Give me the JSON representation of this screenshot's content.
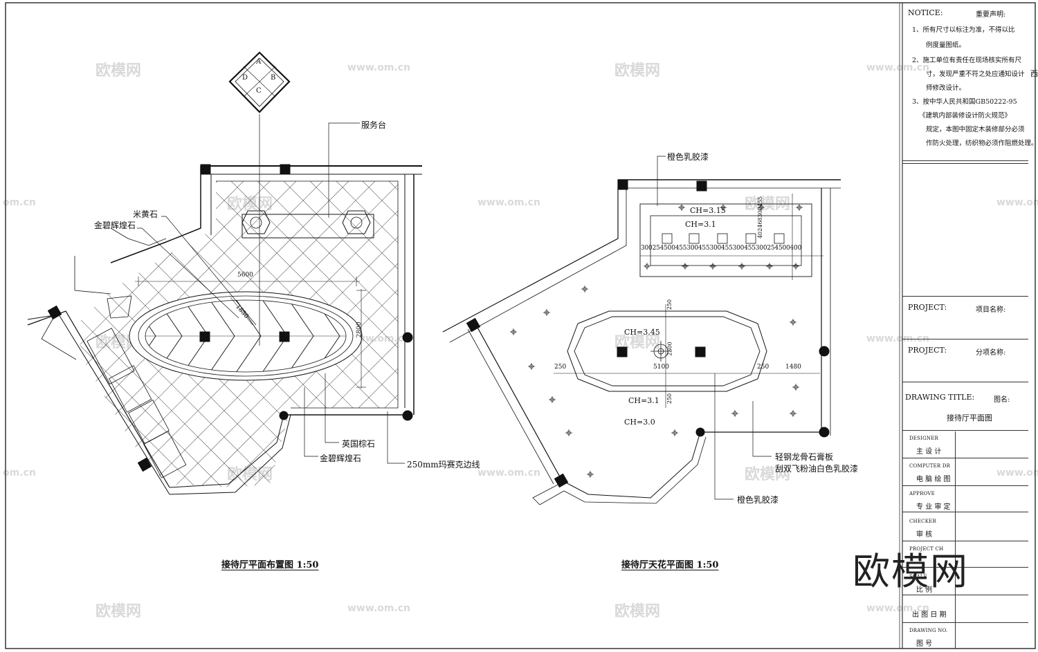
{
  "watermarks": {
    "brand": "欧模网",
    "url": "www.om.cn",
    "url_short": "om.cn"
  },
  "plan_left": {
    "title": "接待厅平面布置图 1:50",
    "compass": [
      "A",
      "B",
      "C",
      "D"
    ],
    "labels": {
      "service_counter": "服务台",
      "beige_stone": "米黄石",
      "gold_stone_top": "金碧辉煌石",
      "british_brown": "英国棕石",
      "gold_stone_bottom": "金碧辉煌石",
      "mosaic_border": "250mm玛赛克边线"
    },
    "dims": {
      "width": "5600",
      "height": "2800",
      "diag": "1850"
    }
  },
  "plan_right": {
    "title": "接待厅天花平面图 1:50",
    "labels": {
      "orange_paint_top": "橙色乳胶漆",
      "gypsum_line1": "轻钢龙骨石膏板",
      "gypsum_line2": "刮双飞粉油白色乳胶漆",
      "orange_paint_bottom": "橙色乳胶漆",
      "ch_315": "CH=3.15",
      "ch_31_top": "CH=3.1",
      "ch_345": "CH=3.45",
      "ch_31_mid": "CH=3.1",
      "ch_30": "CH=3.0"
    },
    "dims": {
      "row": "300254500455300455300455300455300254500400",
      "col": "402468300455",
      "oval_w": "5100",
      "oval_h": "2300",
      "side_left": "250",
      "side_right": "250",
      "side_far": "1480",
      "top_ov": "250",
      "bottom_ov": "250"
    }
  },
  "title_block": {
    "notice_label": "NOTICE:",
    "notice_cn": "重要声明:",
    "notes": [
      "1、所有尺寸以标注为准，不得以比",
      "例度量图纸。",
      "2、施工单位有责任在现场核实所有尺",
      "寸，发现严重不符之处应通知设计",
      "师修改设计。",
      "3、按中华人民共和国GB50222-95",
      "《建筑内部装修设计防火规范》",
      "规定，本图中固定木装修部分必须",
      "作防火处理，纺织物必须作阻燃处理。"
    ],
    "project_label_1": "PROJECT:",
    "project_cn_1": "项目名称:",
    "project_label_2": "PROJECT:",
    "project_cn_2": "分项名称:",
    "drawing_title_label": "DRAWING TITLE:",
    "drawing_title_cn": "图名:",
    "drawing_name": "接待厅平面图",
    "rows": [
      {
        "en": "DESIGNER",
        "cn": "主 设 计"
      },
      {
        "en": "COMPUTER DR",
        "cn": "电 脑 绘 图"
      },
      {
        "en": "APPROVE",
        "cn": "专 业 审 定"
      },
      {
        "en": "CHECKER",
        "cn": "审  核"
      },
      {
        "en": "PROJECT CH",
        "cn": ""
      },
      {
        "en": "SCALE",
        "cn": "比  例"
      },
      {
        "en": "",
        "cn": "出 图 日 期"
      },
      {
        "en": "DRAWING NO.",
        "cn": "图  号"
      }
    ],
    "edge_mark": "西"
  },
  "big_watermark": "欧模网"
}
